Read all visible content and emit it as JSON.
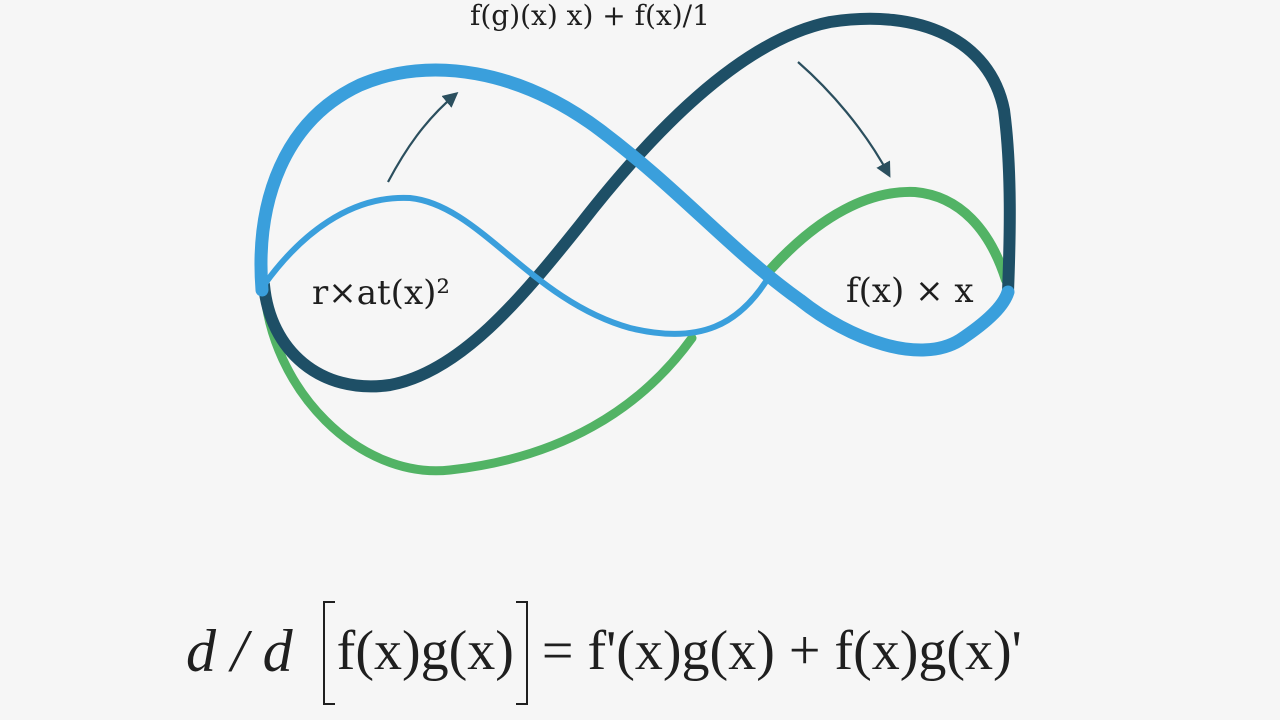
{
  "labels": {
    "top": "f(g)(x)  x) + f(x)/1",
    "left": "r×at(x)²",
    "right": "f(x) × x"
  },
  "formula": {
    "dd": "d / d",
    "bracket": "f(x)g(x)",
    "rhs": "= f'(x)g(x) + f(x)g(x)'"
  },
  "colors": {
    "light_blue": "#3a9fdc",
    "dark_teal": "#1e4f66",
    "green": "#52b365",
    "arrow": "#2b4f5e"
  }
}
